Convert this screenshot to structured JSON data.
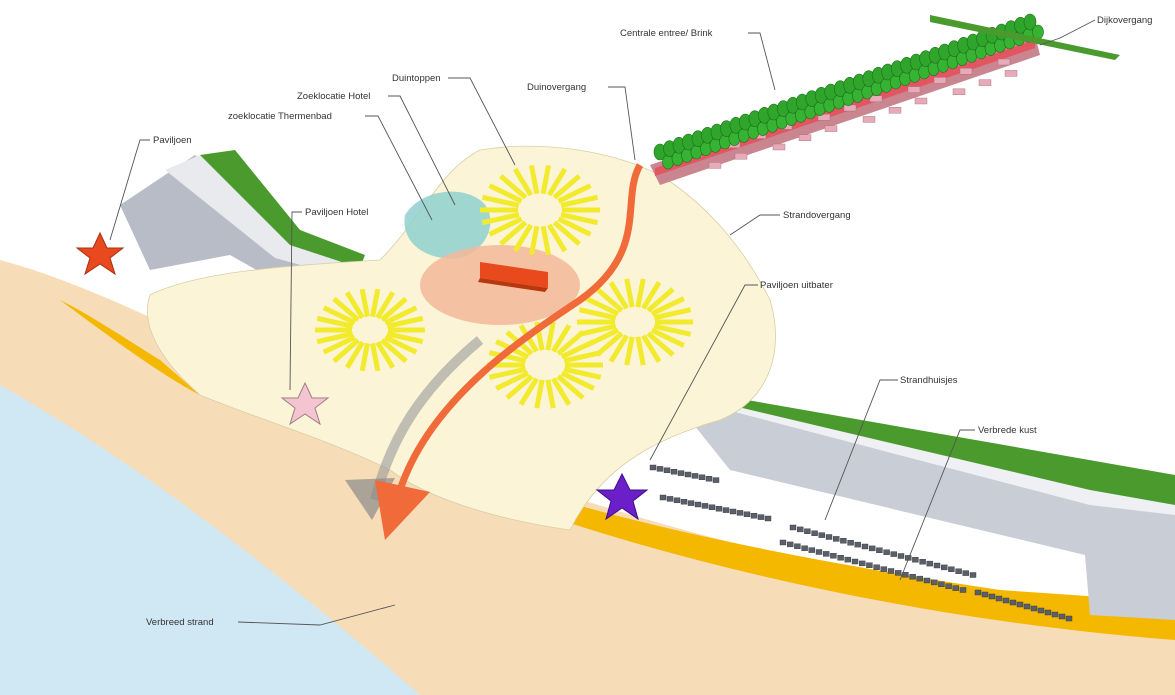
{
  "labels": {
    "dijkovergang": "Dijkovergang",
    "centrale_entree": "Centrale entree/ Brink",
    "duintoppen": "Duintoppen",
    "zoeklocatie_hotel": "Zoeklocatie Hotel",
    "zoeklocatie_thermenbad": "zoeklocatie Thermenbad",
    "duinovergang": "Duinovergang",
    "paviljoen": "Paviljoen",
    "paviljoen_hotel": "Paviljoen Hotel",
    "strandovergang": "Strandovergang",
    "paviljoen_uitbater": "Paviljoen uitbater",
    "strandhuisjes": "Strandhuisjes",
    "verbrede_kust": "Verbrede kust",
    "verbreed_strand": "Verbreed strand"
  },
  "colors": {
    "sea": "#cfe8f4",
    "beach": "#f7dcb8",
    "yellow_strip": "#f5b800",
    "dune": "#fbf4d6",
    "dike_grass": "#4a9a2e",
    "dike_concrete": "#c9cdd6",
    "route_arrow": "#f06a3a",
    "sun_ray": "#f2ea2c",
    "hotel": "#e84a1e",
    "pavilion_orange": "#e8491e",
    "pavilion_pink": "#f4c4d0",
    "pavilion_purple": "#6a1fc9",
    "tree": "#2fa52c"
  }
}
